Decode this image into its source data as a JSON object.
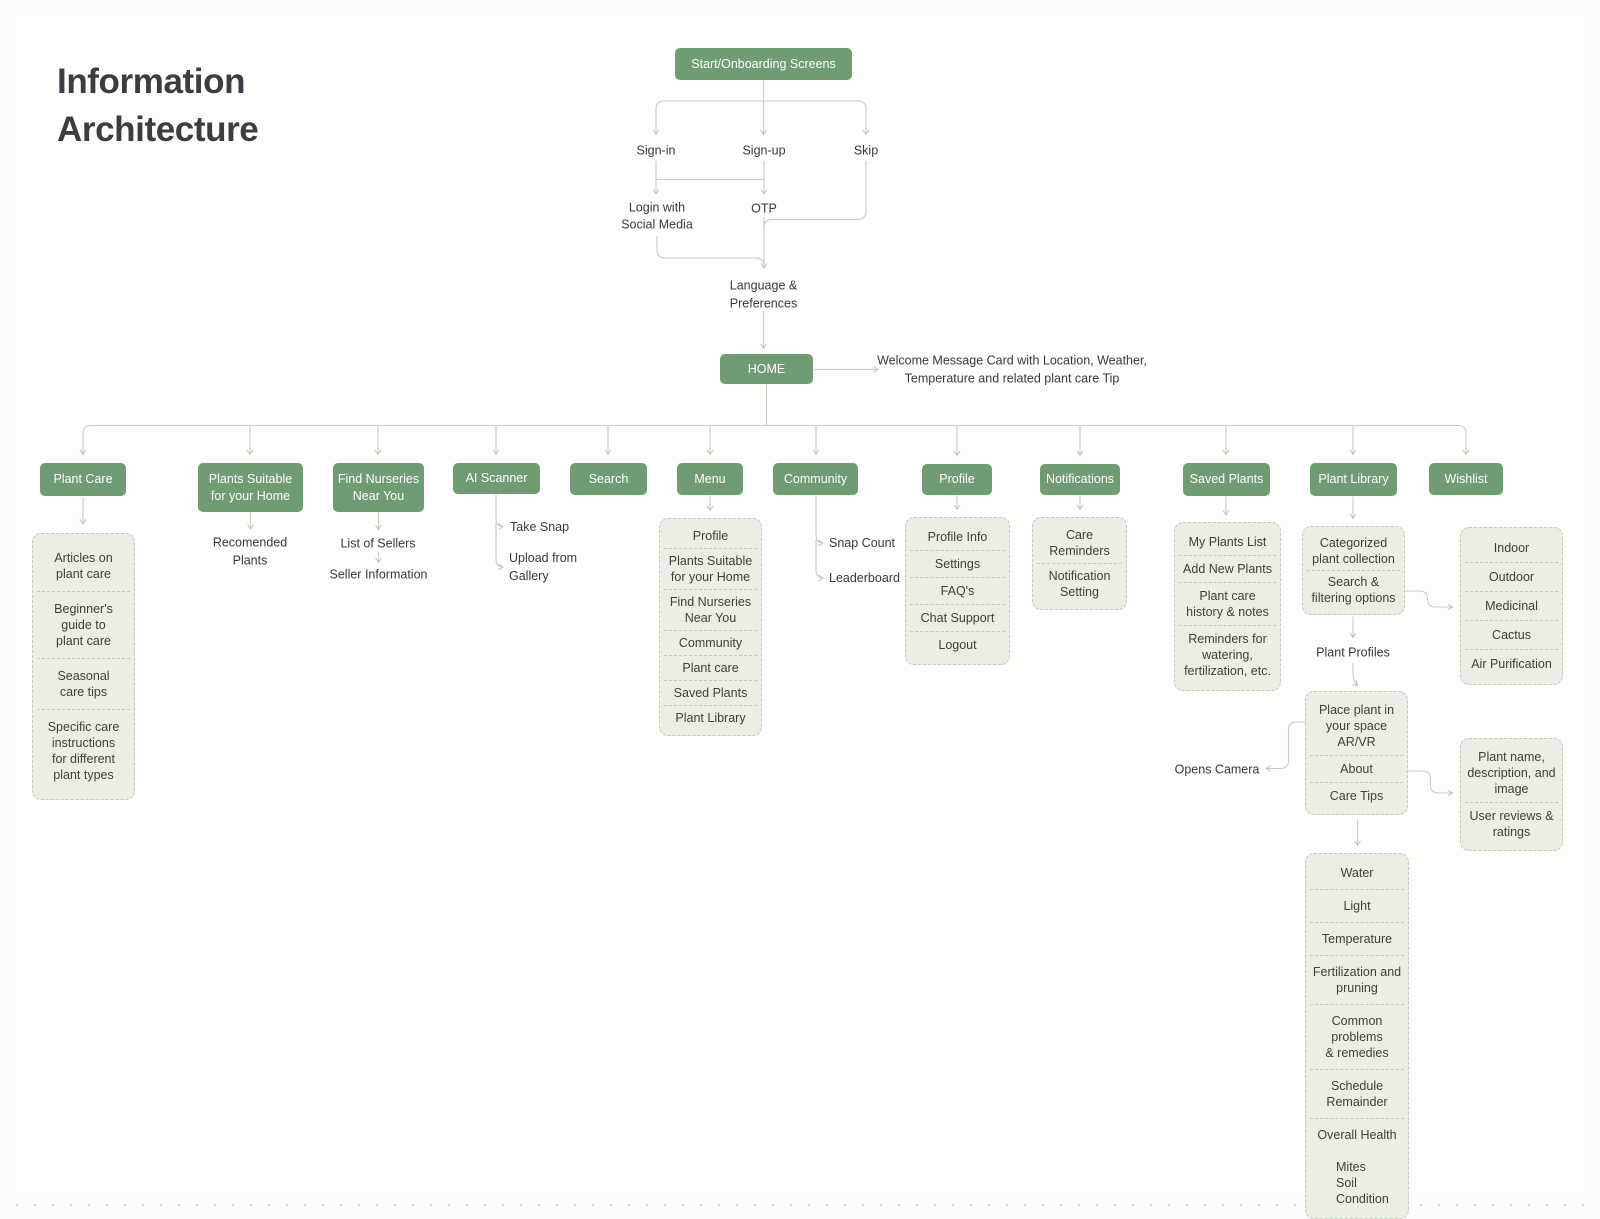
{
  "title": "Information\nArchitecture",
  "flow": {
    "start": "Start/Onboarding Screens",
    "sign_in": "Sign-in",
    "sign_up": "Sign-up",
    "skip": "Skip",
    "login_social": "Login with\nSocial Media",
    "otp": "OTP",
    "language": "Language &\nPreferences",
    "home": "HOME",
    "welcome_note": "Welcome Message Card with Location, Weather,\nTemperature and related plant care Tip"
  },
  "colors": {
    "node_green": "#6f9c73",
    "box_fill": "#e9efe5",
    "wire_gray": "#c8cdc8"
  },
  "sections": {
    "plant_care": {
      "label": "Plant Care",
      "items": [
        "Articles on\nplant care",
        "Beginner's\nguide to\nplant care",
        "Seasonal\ncare tips",
        "Specific care\ninstructions\nfor different\nplant types"
      ]
    },
    "plants_suitable": {
      "label": "Plants Suitable\nfor your Home",
      "child": "Recomended\nPlants"
    },
    "find_nurseries": {
      "label": "Find Nurseries\nNear You",
      "child1": "List of Sellers",
      "child2": "Seller Information"
    },
    "ai_scanner": {
      "label": "AI Scanner",
      "child1": "Take Snap",
      "child2": "Upload from\nGallery"
    },
    "search": {
      "label": "Search"
    },
    "menu": {
      "label": "Menu",
      "items": [
        "Profile",
        "Plants Suitable\nfor your Home",
        "Find Nurseries\nNear You",
        "Community",
        "Plant care",
        "Saved Plants",
        "Plant Library"
      ]
    },
    "community": {
      "label": "Community",
      "child1": "Snap Count",
      "child2": "Leaderboard"
    },
    "profile": {
      "label": "Profile",
      "items": [
        "Profile Info",
        "Settings",
        "FAQ's",
        "Chat Support",
        "Logout"
      ]
    },
    "notifications": {
      "label": "Notifications",
      "items": [
        "Care Reminders",
        "Notification\nSetting"
      ]
    },
    "saved_plants": {
      "label": "Saved Plants",
      "items": [
        "My Plants List",
        "Add New Plants",
        "Plant care\nhistory & notes",
        "Reminders for\nwatering,\nfertilization, etc."
      ]
    },
    "plant_library": {
      "label": "Plant Library",
      "items": [
        "Categorized\nplant collection",
        "Search &\nfiltering options"
      ],
      "plant_profiles": "Plant Profiles",
      "opens_camera": "Opens Camera",
      "profile_items": [
        "Place plant in\nyour space\nAR/VR",
        "About",
        "Care Tips"
      ],
      "about_items": [
        "Plant name,\ndescription, and\nimage",
        "User reviews &\nratings"
      ],
      "care_tip_items": [
        "Water",
        "Light",
        "Temperature",
        "Fertilization and\npruning",
        "Common problems\n& remedies",
        "Schedule\nRemainder",
        "Overall Health",
        "Mites\nSoil Condition"
      ]
    },
    "wishlist": {
      "label": "Wishlist",
      "items": [
        "Indoor",
        "Outdoor",
        "Medicinal",
        "Cactus",
        "Air Purification"
      ]
    }
  }
}
